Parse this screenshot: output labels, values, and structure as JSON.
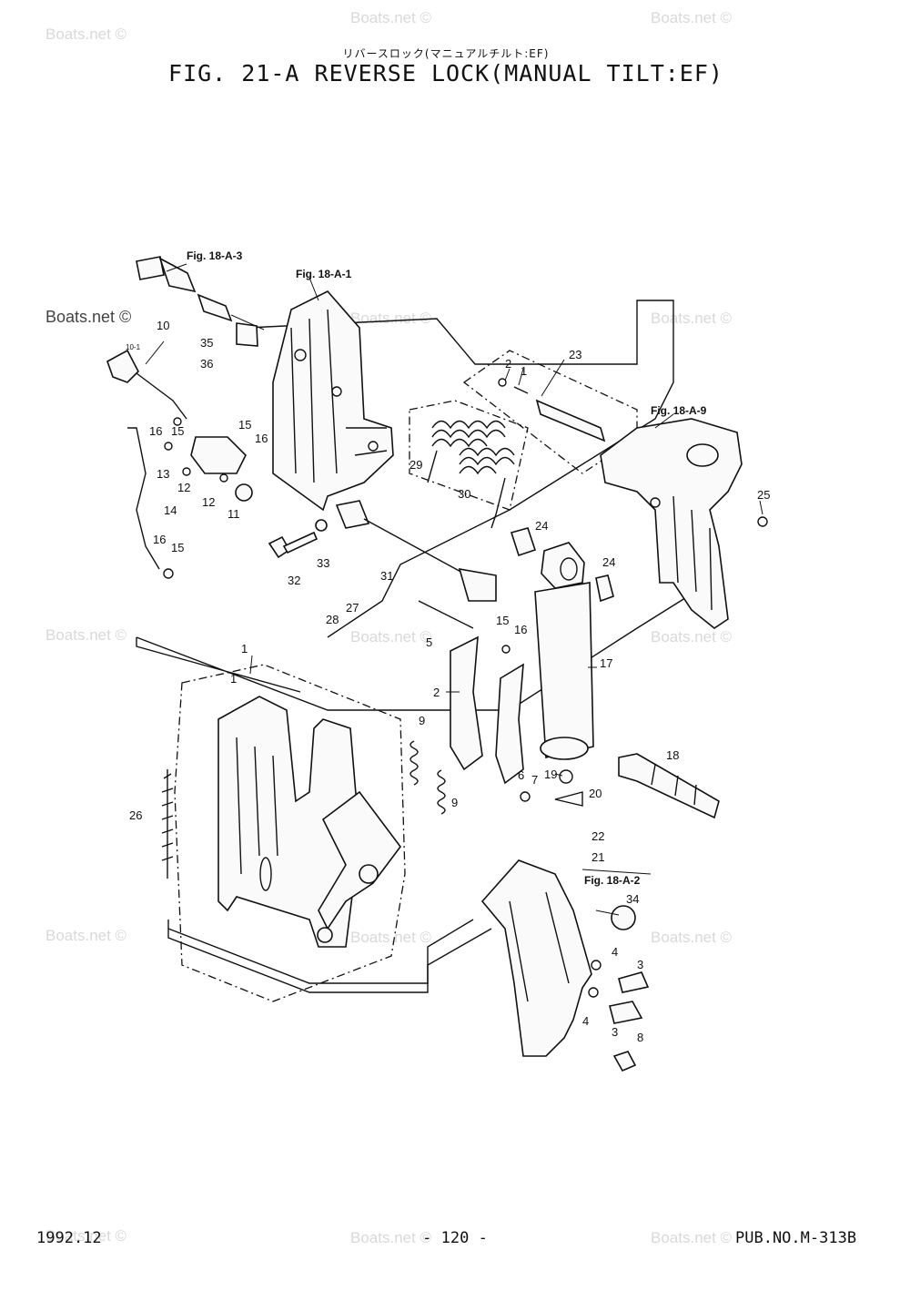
{
  "header": {
    "japanese_title": "リバースロック(マニュアルチルト:EF)",
    "title": "FIG. 21-A REVERSE LOCK(MANUAL TILT:EF)"
  },
  "footer": {
    "date": "1992.12",
    "page": "- 120 -",
    "publication": "PUB.NO.M-313B"
  },
  "watermark_text": "Boats.net ©",
  "figure_refs": [
    "Fig. 18-A-3",
    "Fig. 18-A-1",
    "Fig. 18-A-9",
    "Fig. 18-A-2"
  ],
  "callouts": {
    "c1a": "1",
    "c1b": "1",
    "c2a": "2",
    "c2b": "2",
    "c3a": "3",
    "c3b": "3",
    "c4a": "4",
    "c4b": "4",
    "c5": "5",
    "c6": "6",
    "c7": "7",
    "c8": "8",
    "c9a": "9",
    "c9b": "9",
    "c10": "10",
    "c10sub": "10-1",
    "c11": "11",
    "c12a": "12",
    "c12b": "12",
    "c13": "13",
    "c14": "14",
    "c15a": "15",
    "c15b": "15",
    "c15c": "15",
    "c15d": "15",
    "c16a": "16",
    "c16b": "16",
    "c16c": "16",
    "c16d": "16",
    "c17": "17",
    "c18": "18",
    "c19": "19",
    "c20": "20",
    "c21": "21",
    "c22": "22",
    "c23": "23",
    "c24a": "24",
    "c24b": "24",
    "c25": "25",
    "c26": "26",
    "c27": "27",
    "c28": "28",
    "c29": "29",
    "c30": "30",
    "c31": "31",
    "c32": "32",
    "c33": "33",
    "c34": "34",
    "c35": "35",
    "c36": "36"
  }
}
